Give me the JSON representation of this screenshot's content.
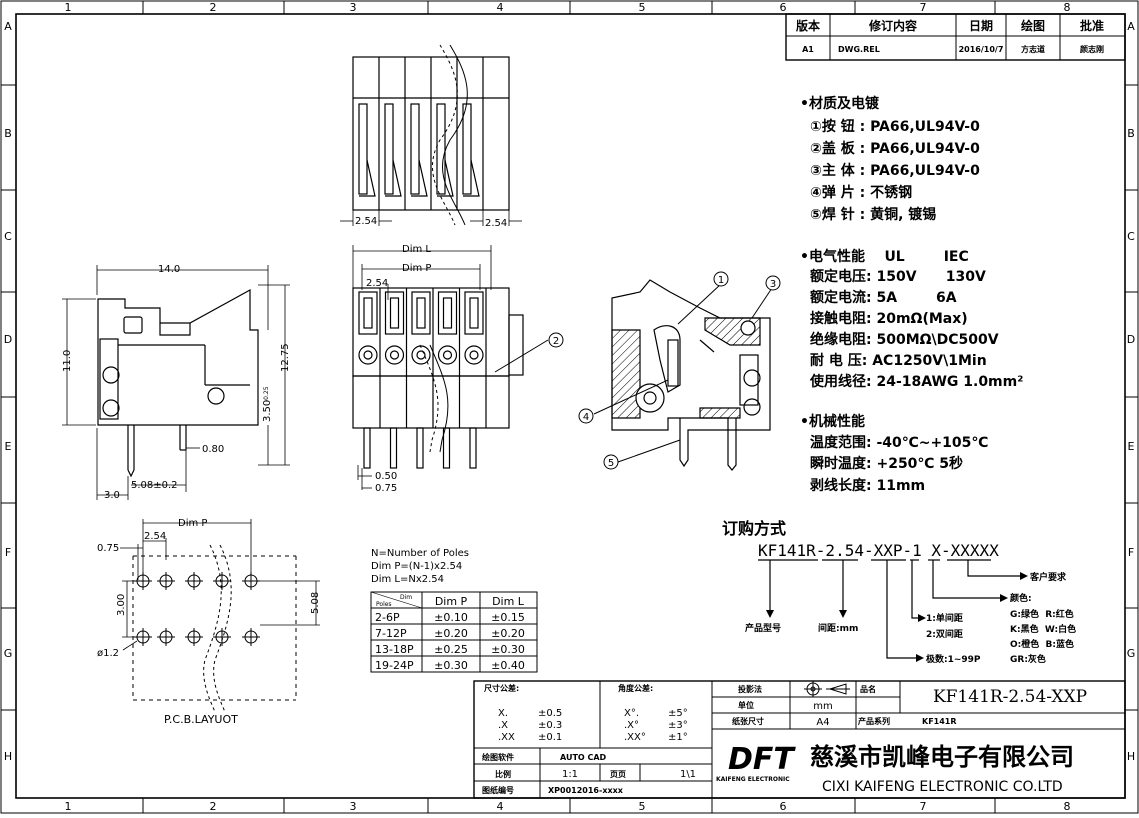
{
  "frame": {
    "cols": [
      "1",
      "2",
      "3",
      "4",
      "5",
      "6",
      "7",
      "8"
    ],
    "rows": [
      "A",
      "B",
      "C",
      "D",
      "E",
      "F",
      "G",
      "H"
    ]
  },
  "revision": {
    "headers": [
      "版本",
      "修订内容",
      "日期",
      "绘图",
      "批准"
    ],
    "row": [
      "A1",
      "DWG.REL",
      "2016/10/7",
      "方志道",
      "颜志刚"
    ]
  },
  "materials": {
    "title": "•材质及电镀",
    "items": [
      "①按  钮 : PA66,UL94V-0",
      "②盖  板 : PA66,UL94V-0",
      "③主  体 : PA66,UL94V-0",
      "④弹  片 : 不锈钢",
      "⑤焊  针 : 黄铜, 镀锡"
    ]
  },
  "electrical": {
    "title": "•电气性能    UL        IEC",
    "items": [
      "额定电压: 150V      130V",
      "额定电流: 5A        6A",
      "接触电阻: 20mΩ(Max)",
      "绝缘电阻: 500MΩ\\DC500V",
      "耐 电 压: AC1250V\\1Min",
      "使用线径: 24-18AWG 1.0mm²"
    ]
  },
  "mechanical": {
    "title": "•机械性能",
    "items": [
      "温度范围: -40℃~+105℃",
      "瞬时温度: +250℃ 5秒",
      "剥线长度: 11mm"
    ]
  },
  "ordering": {
    "title": "订购方式",
    "code": "KF141R-2.54-XXP-1 X-XXXXX",
    "labels": {
      "product": "产品型号",
      "pitch": "间距:mm",
      "row1": "1:单间距",
      "row2": "2:双间距",
      "poles": "极数:1~99P",
      "custom": "客户要求",
      "color_title": "颜色:",
      "colors": [
        "G:绿色  R:红色",
        "K:黑色  W:白色",
        "O:橙色  B:蓝色",
        "GR:灰色"
      ]
    }
  },
  "poles_table": {
    "notes": [
      "N=Number of Poles",
      "Dim P=(N-1)x2.54",
      "Dim L=Nx2.54"
    ],
    "corner_top": "Dim",
    "corner_bottom": "Poles",
    "headers": [
      "Dim P",
      "Dim L"
    ],
    "rows": [
      [
        "2-6P",
        "±0.10",
        "±0.15"
      ],
      [
        "7-12P",
        "±0.20",
        "±0.20"
      ],
      [
        "13-18P",
        "±0.25",
        "±0.30"
      ],
      [
        "19-24P",
        "±0.30",
        "±0.40"
      ]
    ]
  },
  "dims": {
    "side_width": "14.0",
    "side_height": "11.0",
    "side_total": "12.75",
    "side_pin": "3.50",
    "side_pin_tol": "-0.25",
    "side_pin_w": "0.80",
    "side_3": "3.0",
    "side_508": "5.08±0.2",
    "top_254a": "2.54",
    "top_254b": "2.54",
    "front_diml": "Dim L",
    "front_dimp": "Dim P",
    "front_254": "2.54",
    "front_050": "0.50",
    "front_075": "0.75",
    "pcb_dimp": "Dim P",
    "pcb_075": "0.75",
    "pcb_254": "2.54",
    "pcb_300": "3.00",
    "pcb_508": "5.08",
    "pcb_hole": "ø1.2",
    "pcb_title": "P.C.B.LAYUOT"
  },
  "balloons": [
    "1",
    "2",
    "3",
    "4",
    "5"
  ],
  "title_block": {
    "tol_title": "尺寸公差:",
    "tol_rows": [
      [
        "X.",
        "±0.5"
      ],
      [
        ".X",
        "±0.3"
      ],
      [
        ".XX",
        "±0.1"
      ]
    ],
    "ang_title": "角度公差:",
    "ang_rows": [
      [
        "X°.",
        "±5°"
      ],
      [
        ".X°",
        "±3°"
      ],
      [
        ".XX°",
        "±1°"
      ]
    ],
    "projection_label": "投影法",
    "unit_label": "单位",
    "unit": "mm",
    "paper_label": "纸张尺寸",
    "paper": "A4",
    "name_label": "品名",
    "part_no": "KF141R-2.54-XXP",
    "series_label": "产品系列",
    "series": "KF141R",
    "software_label": "绘图软件",
    "software": "AUTO CAD",
    "scale_label": "比例",
    "scale": "1:1",
    "page_label": "页页",
    "page": "1\\1",
    "drawing_no_label": "图纸编号",
    "drawing_no": "XP0012016-xxxx",
    "logo": "DFT",
    "company_cn": "慈溪市凯峰电子有限公司",
    "company_en": "CIXI KAIFENG ELECTRONIC CO.LTD",
    "company_small": "KAIFENG ELECTRONIC"
  }
}
